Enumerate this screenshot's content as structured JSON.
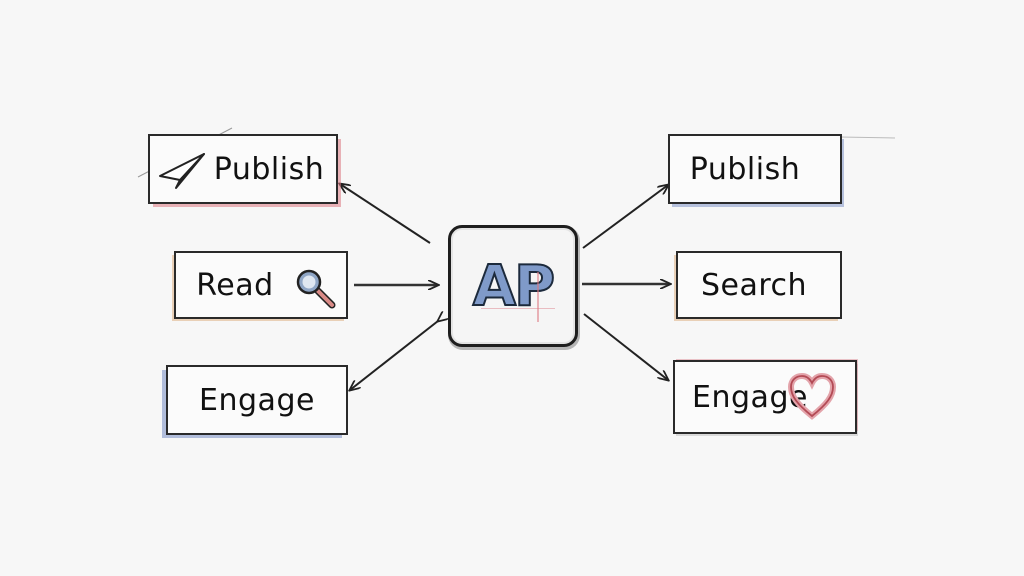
{
  "diagram": {
    "hub": {
      "label": "AP"
    },
    "left_nodes": [
      {
        "label": "Publish",
        "icon": "paper-plane-icon",
        "arrow_direction": "from-hub"
      },
      {
        "label": "Read",
        "icon": "magnifier-icon",
        "arrow_direction": "to-hub"
      },
      {
        "label": "Engage",
        "icon": null,
        "arrow_direction": "bidirectional"
      }
    ],
    "right_nodes": [
      {
        "label": "Publish",
        "icon": null,
        "arrow_direction": "from-hub"
      },
      {
        "label": "Search",
        "icon": null,
        "arrow_direction": "from-hub"
      },
      {
        "label": "Engage",
        "icon": "heart-icon",
        "arrow_direction": "from-hub"
      }
    ],
    "colors": {
      "hub_fill": "#7f9ac9",
      "accent_red": "#dc7882",
      "accent_blue": "#8296c8",
      "accent_orange": "#dcaa78",
      "ink": "#1e1e1e"
    }
  }
}
